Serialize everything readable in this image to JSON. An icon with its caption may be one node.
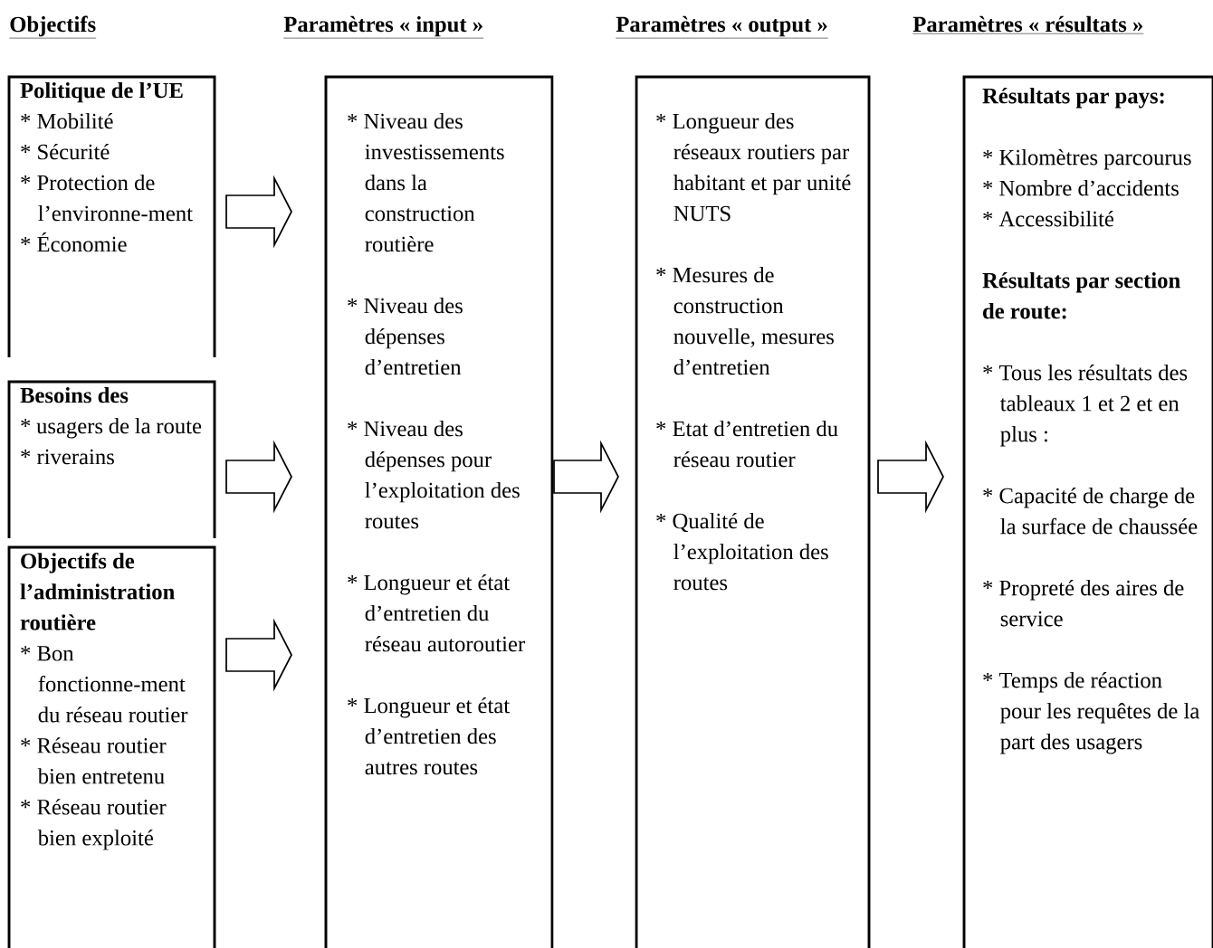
{
  "diagram": {
    "nodes": [
      {
        "text": [
          "Politique de l’UE",
          "* Mobilité",
          "* Sécurité",
          "* Protection de l’environne-ment",
          "* Économie"
        ]
      },
      {
        "text": [
          "Besoins des",
          "* usagers de la route",
          "* riverains"
        ]
      },
      {
        "text": [
          "Objectifs de l’administration routière",
          "* Bon fonctionne-ment du réseau routier",
          "* Réseau routier bien entretenu",
          "* Réseau routier bien exploité"
        ]
      },
      {
        "text": [
          "* Niveau des investissements dans la construction routière",
          "* Niveau des dépenses d’entretien",
          "* Niveau des dépenses pour l’exploitation des routes",
          "* Longueur et état d’entretien du réseau autoroutier",
          "* Longueur et état d’entretien des autres routes"
        ]
      },
      {
        "text": [
          "* Longueur des réseaux routiers par habitant et par unité NUTS",
          "* Mesures de construction nouvelle, mesures d’entretien",
          "* Etat d’entretien du réseau routier",
          "* Qualité de l’exploitation des routes"
        ]
      },
      {
        "text": [
          "Résultats par pays:",
          "* Kilomètres parcourus",
          "* Nombre d’accidents",
          "* Accessibilité",
          "Résultats par section de route:",
          "* Tous les résultats des tableaux 1 et 2 et en plus :",
          "* Capacité de charge de la surface de chaussée",
          "* Propreté des aires de service",
          "* Temps de réaction pour les requêtes de la part des usagers"
        ]
      }
    ],
    "edges": [
      {
        "from": 0,
        "to": 3,
        "arrow": "to"
      },
      {
        "from": 1,
        "to": 3,
        "arrow": "to"
      },
      {
        "from": 2,
        "to": 3,
        "arrow": "to"
      },
      {
        "from": 3,
        "to": 4,
        "arrow": "to"
      },
      {
        "from": 4,
        "to": 5,
        "arrow": "to"
      }
    ],
    "labels": [
      "Objectifs",
      "Paramètres « input »",
      "Paramètres « output »",
      "Paramètres « résultats »"
    ]
  }
}
